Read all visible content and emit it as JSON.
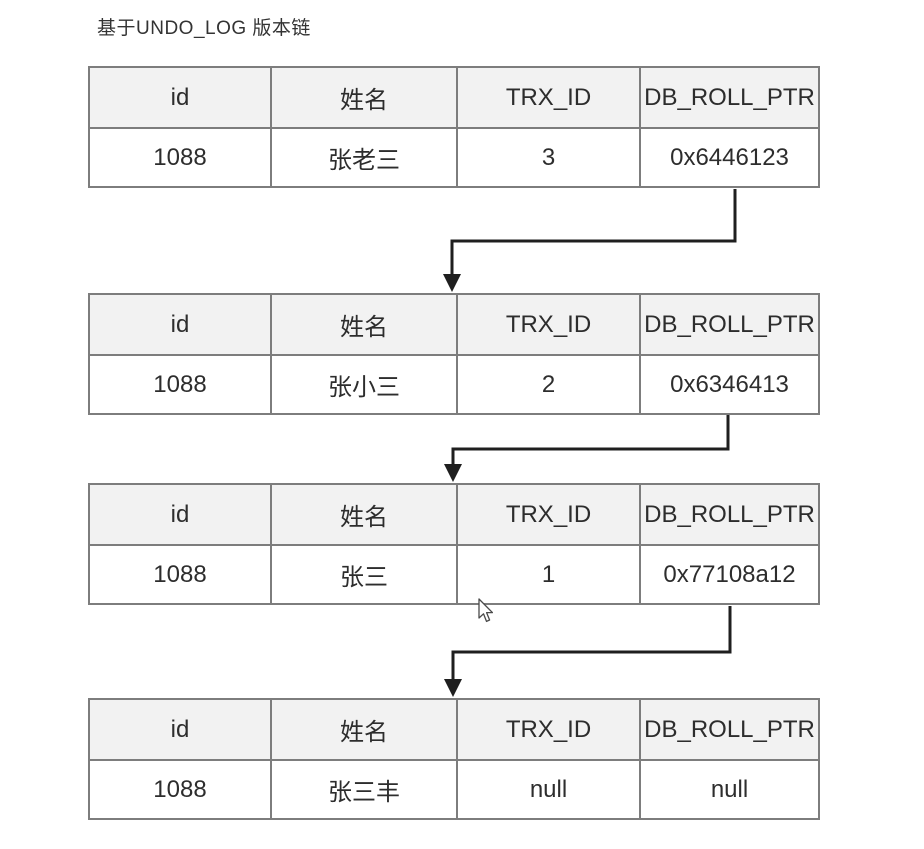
{
  "title": "基于UNDO_LOG 版本链",
  "tables": [
    {
      "headers": [
        "id",
        "姓名",
        "TRX_ID",
        "DB_ROLL_PTR"
      ],
      "row": [
        "1088",
        "张老三",
        "3",
        "0x6446123"
      ]
    },
    {
      "headers": [
        "id",
        "姓名",
        "TRX_ID",
        "DB_ROLL_PTR"
      ],
      "row": [
        "1088",
        "张小三",
        "2",
        "0x6346413"
      ]
    },
    {
      "headers": [
        "id",
        "姓名",
        "TRX_ID",
        "DB_ROLL_PTR"
      ],
      "row": [
        "1088",
        "张三",
        "1",
        "0x77108a12"
      ]
    },
    {
      "headers": [
        "id",
        "姓名",
        "TRX_ID",
        "DB_ROLL_PTR"
      ],
      "row": [
        "1088",
        "张三丰",
        "null",
        "null"
      ]
    }
  ],
  "connections": [
    {
      "from_version": 0,
      "to_version": 1,
      "via": "DB_ROLL_PTR"
    },
    {
      "from_version": 1,
      "to_version": 2,
      "via": "DB_ROLL_PTR"
    },
    {
      "from_version": 2,
      "to_version": 3,
      "via": "DB_ROLL_PTR"
    }
  ],
  "colors": {
    "header_bg": "#f2f2f2",
    "table_border": "#7d7d7d",
    "arrow": "#1f1f1f",
    "text": "#2d2d2d",
    "title_text": "#333333",
    "background": "#ffffff"
  }
}
